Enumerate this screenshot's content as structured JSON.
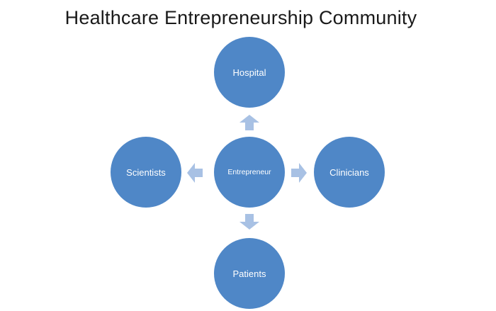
{
  "title": "Healthcare Entrepreneurship Community",
  "colors": {
    "node_fill": "#4f87c7",
    "node_border": "#ffffff",
    "arrow_fill": "#a8c1e4",
    "title_text": "#1a1a1a"
  },
  "diagram": {
    "center": {
      "label": "Entrepreneur"
    },
    "top": {
      "label": "Hospital"
    },
    "left": {
      "label": "Scientists"
    },
    "right": {
      "label": "Clinicians"
    },
    "bottom": {
      "label": "Patients"
    }
  }
}
